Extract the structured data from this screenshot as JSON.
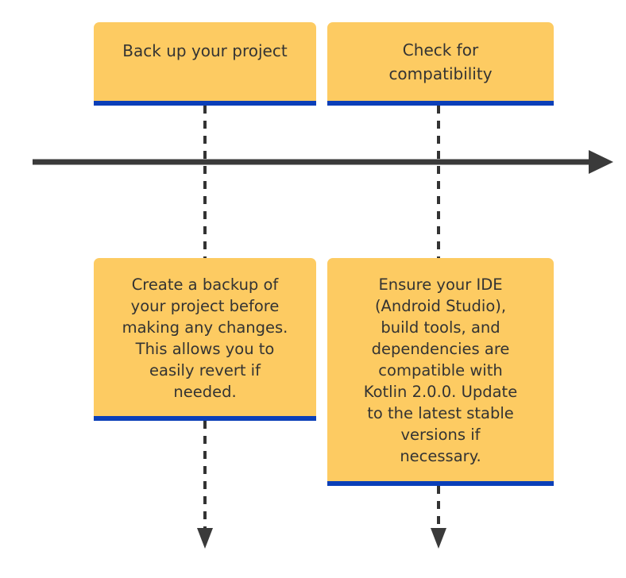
{
  "diagram": {
    "type": "timeline-flowchart",
    "orientation": "horizontal",
    "background_color": "#ffffff",
    "colors": {
      "card_fill": "#fdcb62",
      "card_accent": "#0b3fb8",
      "timeline_arrow": "#3a3a3a",
      "connector": "#333333",
      "text": "#333333"
    },
    "timeline_axis": {
      "name": "main-timeline-arrow",
      "direction": "left-to-right"
    },
    "milestones": [
      {
        "id": "backup",
        "title": "Back up your project",
        "detail": "Create a backup of\nyour project before\nmaking any changes.\nThis allows you to\neasily revert if\nneeded.",
        "connector": "dashed-vertical-down"
      },
      {
        "id": "compatibility",
        "title": "Check for\ncompatibility",
        "detail": "Ensure your IDE\n(Android Studio),\nbuild tools, and\ndependencies are\ncompatible with\nKotlin 2.0.0. Update\nto the latest stable\nversions if\nnecessary.",
        "connector": "dashed-vertical-down"
      }
    ]
  }
}
